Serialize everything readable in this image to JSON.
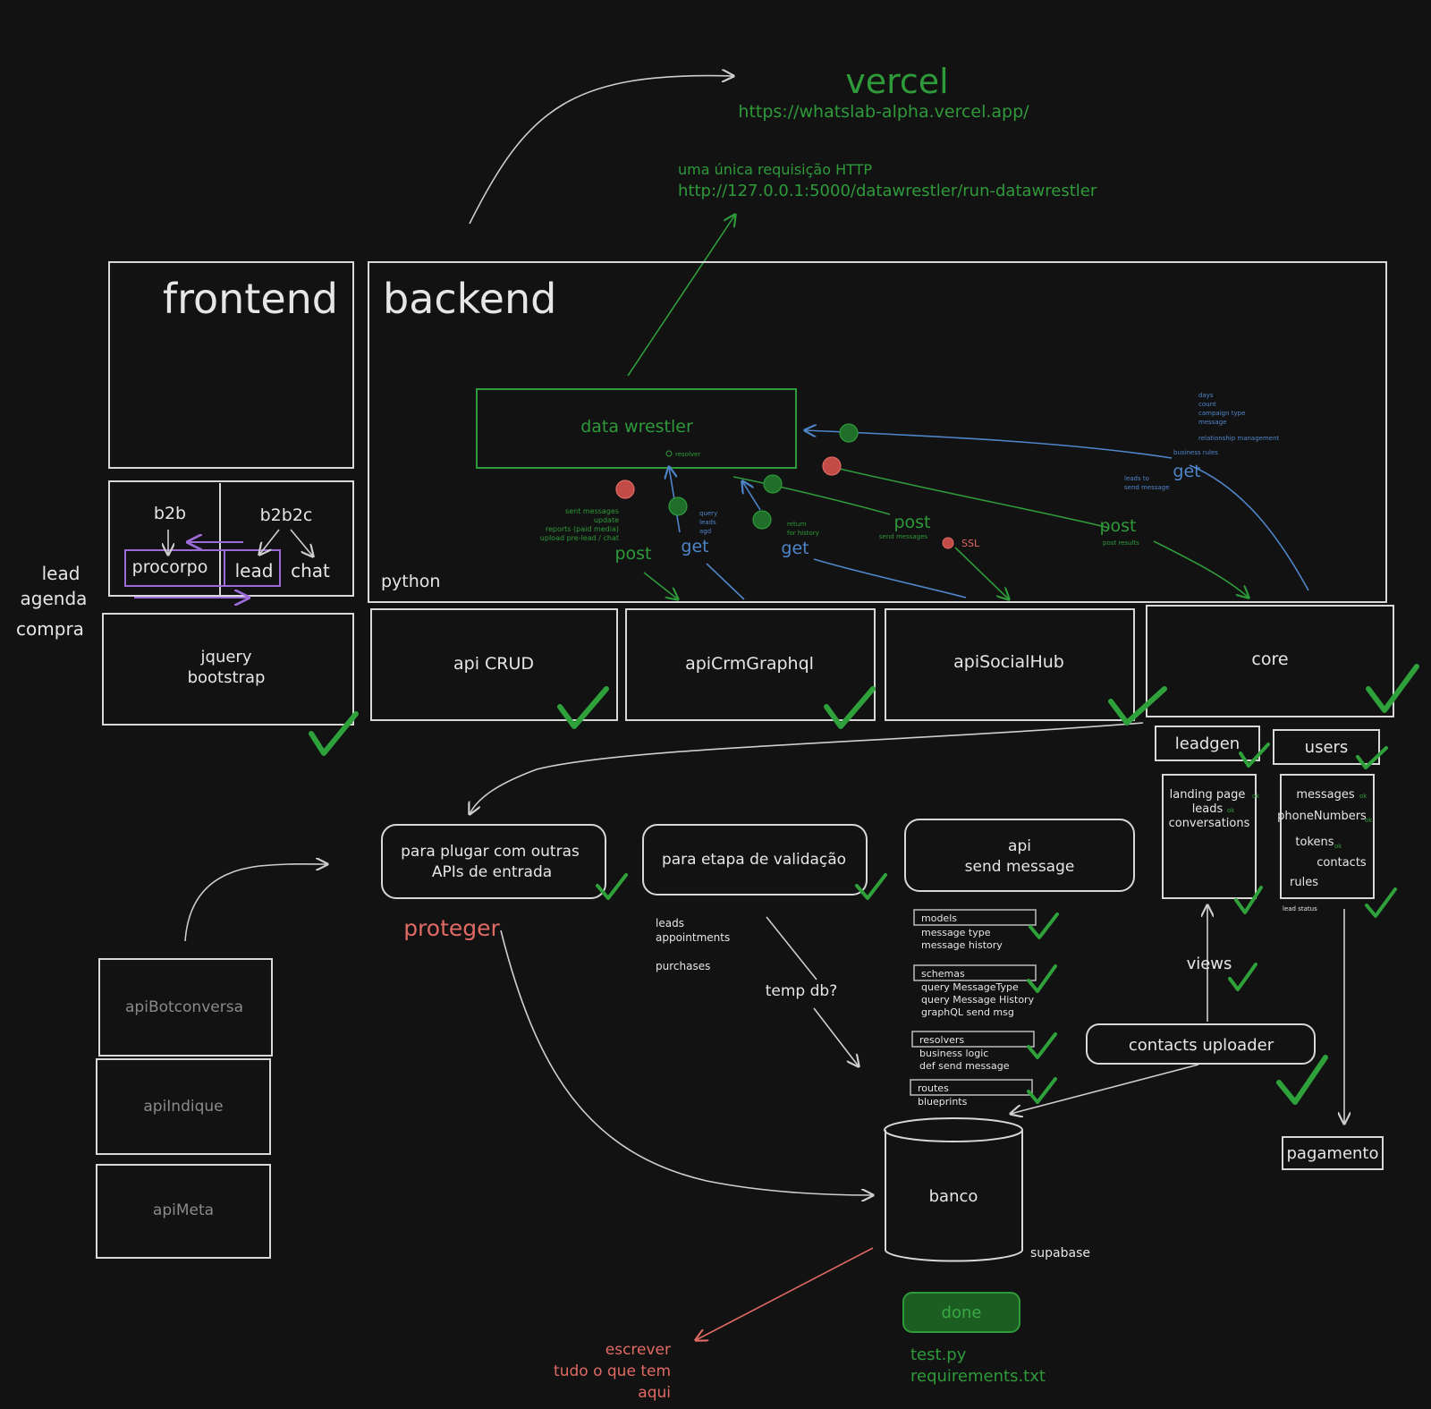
{
  "vercel": {
    "title": "vercel",
    "url": "https://whatslab-alpha.vercel.app/"
  },
  "request": {
    "line1": "uma única requisição HTTP",
    "line2": "http://127.0.0.1:5000/datawrestler/run-datawrestler"
  },
  "frontend": {
    "title": "frontend",
    "b2b": "b2b",
    "b2b2c": "b2b2c",
    "procorpo": "procorpo",
    "lead": "lead",
    "chat": "chat",
    "stack": [
      "jquery",
      "bootstrap"
    ]
  },
  "side_labels": [
    "lead",
    "agenda",
    "compra"
  ],
  "backend": {
    "title": "backend",
    "python": "python",
    "data_wrestler": "data wrestler",
    "resolver_tag": "resolver",
    "arrows": {
      "post1": "post",
      "post1_note": [
        "sent messages",
        "update",
        "reports (paid media)",
        "upload pre-lead / chat"
      ],
      "get1": "get",
      "get1_note": [
        "query",
        "leads",
        "agd"
      ],
      "get2": "get",
      "get2_note": [
        "return",
        "for history"
      ],
      "post2": "post",
      "post2_note": "send messages",
      "ssl": "SSL",
      "post3": "post",
      "post3_note": "post results",
      "get3": "get",
      "get3_note": [
        "leads to",
        "send message"
      ],
      "top_note": [
        "days",
        "count",
        "campaign type",
        "message",
        "",
        "relationship management",
        "",
        "business rules"
      ]
    }
  },
  "apis": [
    "api CRUD",
    "apiCrmGraphql",
    "apiSocialHub",
    "core"
  ],
  "core": {
    "leadgen": "leadgen",
    "leadgen_items": [
      "landing page",
      "leads",
      "conversations"
    ],
    "users": "users",
    "users_items": [
      "messages",
      "phoneNumbers",
      "tokens",
      "contacts",
      "rules"
    ],
    "ok": "ok",
    "lead_status": "lead status",
    "views": "views",
    "contacts_uploader": "contacts uploader",
    "pagamento": "pagamento"
  },
  "plug": {
    "line1": "para plugar com outras",
    "line2": "APIs de entrada",
    "protect": "proteger"
  },
  "validation": {
    "label": "para etapa de validação",
    "items": [
      "leads",
      "appointments",
      "purchases"
    ],
    "temp": "temp db?"
  },
  "send_message": {
    "line1": "api",
    "line2": "send message",
    "models": "models",
    "models_items": [
      "message type",
      "message history"
    ],
    "schemas": "schemas",
    "schemas_items": [
      "query MessageType",
      "query Message History",
      "graphQL send msg"
    ],
    "resolvers": "resolvers",
    "resolvers_items": [
      "business logic",
      "def send message"
    ],
    "routes": "routes",
    "routes_items": [
      "blueprints"
    ]
  },
  "external_apis": [
    "apiBotconversa",
    "apiIndique",
    "apiMeta"
  ],
  "db": {
    "label": "banco",
    "provider": "supabase"
  },
  "done": {
    "label": "done",
    "files": [
      "test.py",
      "requirements.txt"
    ]
  },
  "write_note": [
    "escrever",
    "tudo o que tem",
    "aqui"
  ],
  "colors": {
    "background": "#121212",
    "green": "#2f9a3a",
    "blue": "#4f86c9",
    "red": "#e06a64",
    "purple": "#9c6bd8",
    "white": "#e6e6e6"
  }
}
